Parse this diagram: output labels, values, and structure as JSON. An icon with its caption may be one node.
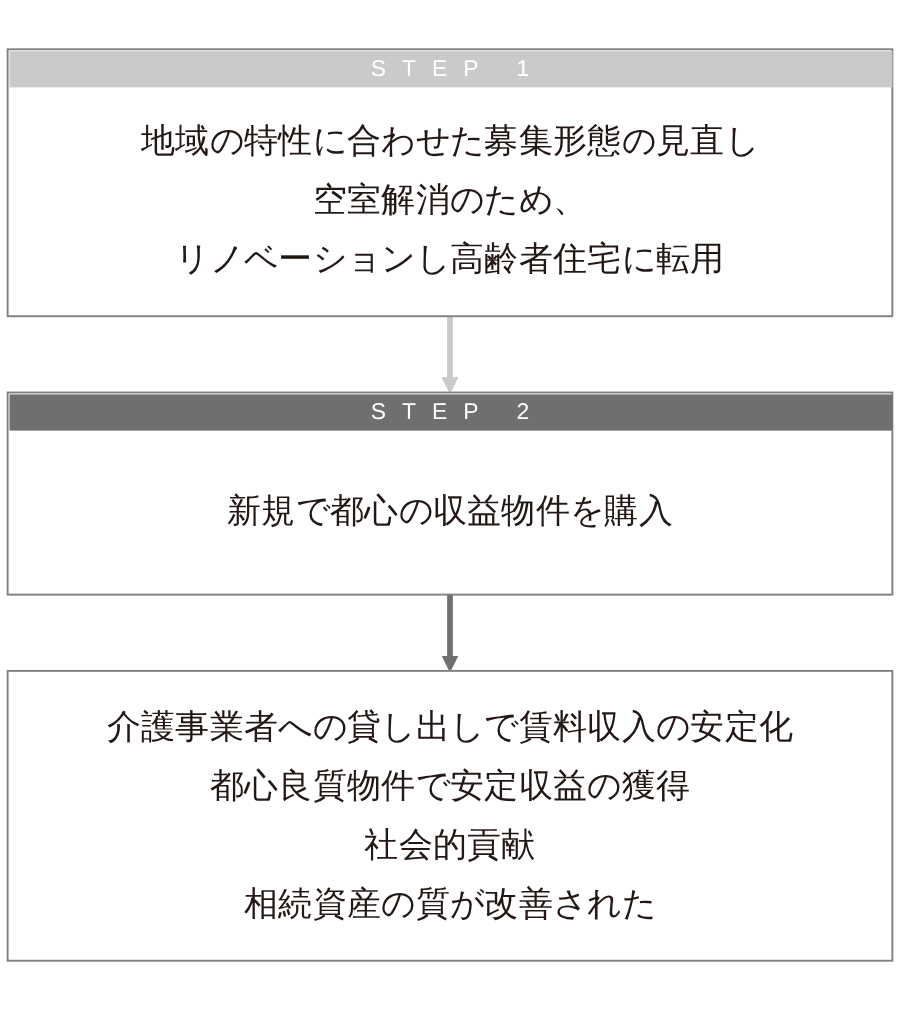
{
  "diagram": {
    "nodes": [
      {
        "text": [
          "STEP 1",
          "地域の特性に合わせた募集形態の見直し",
          "空室解消のため、リノベーションし高齢者住宅に転用"
        ]
      },
      {
        "text": [
          "STEP 2",
          "新規で都心の収益物件を購入"
        ]
      },
      {
        "text": [
          "介護事業者への貸し出しで賃料収入の安定化",
          "都心良質物件で安定収益の獲得",
          "社会的貢献",
          "相続資産の質が改善された"
        ]
      }
    ],
    "edges": [
      {
        "from": 0,
        "to": 1,
        "arrow": "to",
        "color": "#c9caca"
      },
      {
        "from": 1,
        "to": 2,
        "arrow": "to",
        "color": "#6f6f6f"
      }
    ]
  }
}
